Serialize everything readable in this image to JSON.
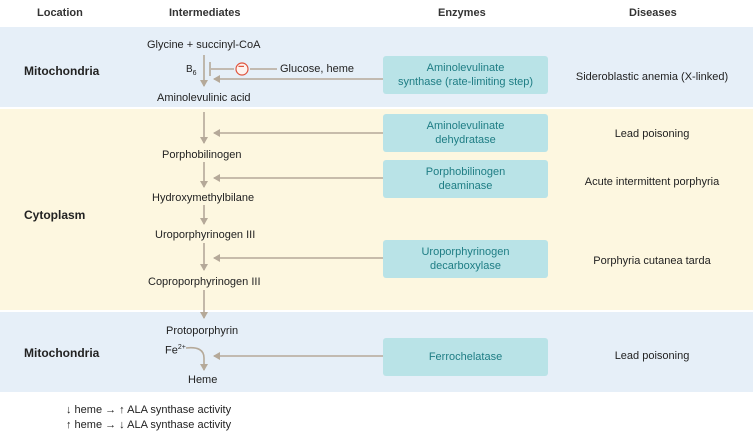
{
  "headers": {
    "location": "Location",
    "intermediates": "Intermediates",
    "enzymes": "Enzymes",
    "diseases": "Diseases"
  },
  "locations": {
    "mito_top": "Mitochondria",
    "cytoplasm": "Cytoplasm",
    "mito_bottom": "Mitochondria"
  },
  "intermediates": {
    "glycine": "Glycine + succinyl-CoA",
    "b6": "B",
    "b6_sub": "6",
    "inhibitor": "Glucose, heme",
    "inhibit_symbol": "−",
    "ala": "Aminolevulinic acid",
    "pbg": "Porphobilinogen",
    "hmb": "Hydroxymethylbilane",
    "uro": "Uroporphyrinogen III",
    "copro": "Coproporphyrinogen III",
    "proto": "Protoporphyrin",
    "fe": "Fe",
    "fe_sup": "2+",
    "heme": "Heme"
  },
  "enzymes": {
    "ala_synthase_1": "Aminolevulinate",
    "ala_synthase_2": "synthase (rate-limiting step)",
    "ala_dehydratase_1": "Aminolevulinate",
    "ala_dehydratase_2": "dehydratase",
    "pbg_deaminase_1": "Porphobilinogen",
    "pbg_deaminase_2": "deaminase",
    "uro_decarb_1": "Uroporphyrinogen",
    "uro_decarb_2": "decarboxylase",
    "ferrochelatase": "Ferrochelatase"
  },
  "diseases": {
    "sideroblastic": "Sideroblastic anemia (X-linked)",
    "lead1": "Lead poisoning",
    "aip": "Acute intermittent porphyria",
    "pct": "Porphyria cutanea tarda",
    "lead2": "Lead poisoning"
  },
  "notes": {
    "line1": "↓ heme → ↑ ALA synthase activity",
    "line2": "↑ heme → ↓ ALA synthase activity"
  },
  "colors": {
    "arrow": "#b5a999",
    "enzyme_box": "#b9e3e7",
    "enzyme_text": "#1e7d84",
    "mito_band": "#e6eff8",
    "cyto_band": "#fdf7e0",
    "inhibit_circle": "#e0533d"
  }
}
